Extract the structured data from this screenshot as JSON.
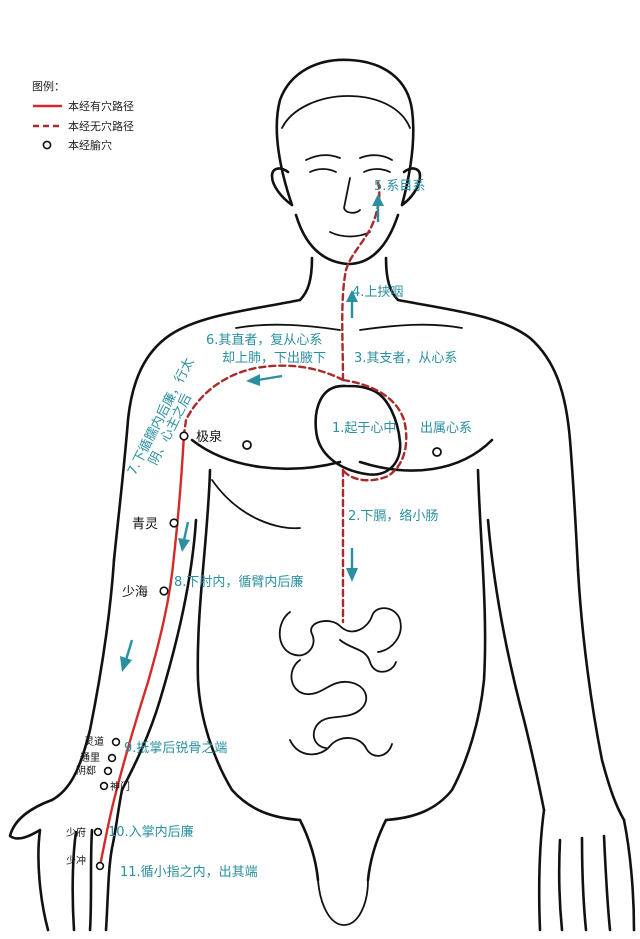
{
  "legend": {
    "title": "图例：",
    "solid_label": "本经有穴路径",
    "dashed_label": "本经无穴路径",
    "point_label": "本经腧穴"
  },
  "steps": {
    "s1a": "1.起于心中",
    "s1b": "出属心系",
    "s2": "2.下膈，络小肠",
    "s3": "3.其支者，从心系",
    "s4": "4.上挟咽",
    "s5": "5.系目系",
    "s6a": "6.其直者，复从心系",
    "s6b": "却上肺，下出腋下",
    "s7a": "7.下循臑内后廉，行太",
    "s7b": "阴、心主之后",
    "s8": "8.下肘内，循臂内后廉",
    "s9": "9.抵掌后锐骨之端",
    "s10": "10.入掌内后廉",
    "s11": "11.循小指之内，出其端"
  },
  "points": {
    "jiquan": "极泉",
    "qingling": "青灵",
    "shaohai": "少海",
    "lingdao": "灵道",
    "tongli": "通里",
    "yinxi": "阴郄",
    "shenmen": "神门",
    "shaofu": "少府",
    "shaochong": "少冲"
  },
  "colors": {
    "channel_solid": "#d42a2a",
    "channel_dashed": "#a92a2a",
    "annotation": "#2a8fa0",
    "outline": "#111111"
  }
}
